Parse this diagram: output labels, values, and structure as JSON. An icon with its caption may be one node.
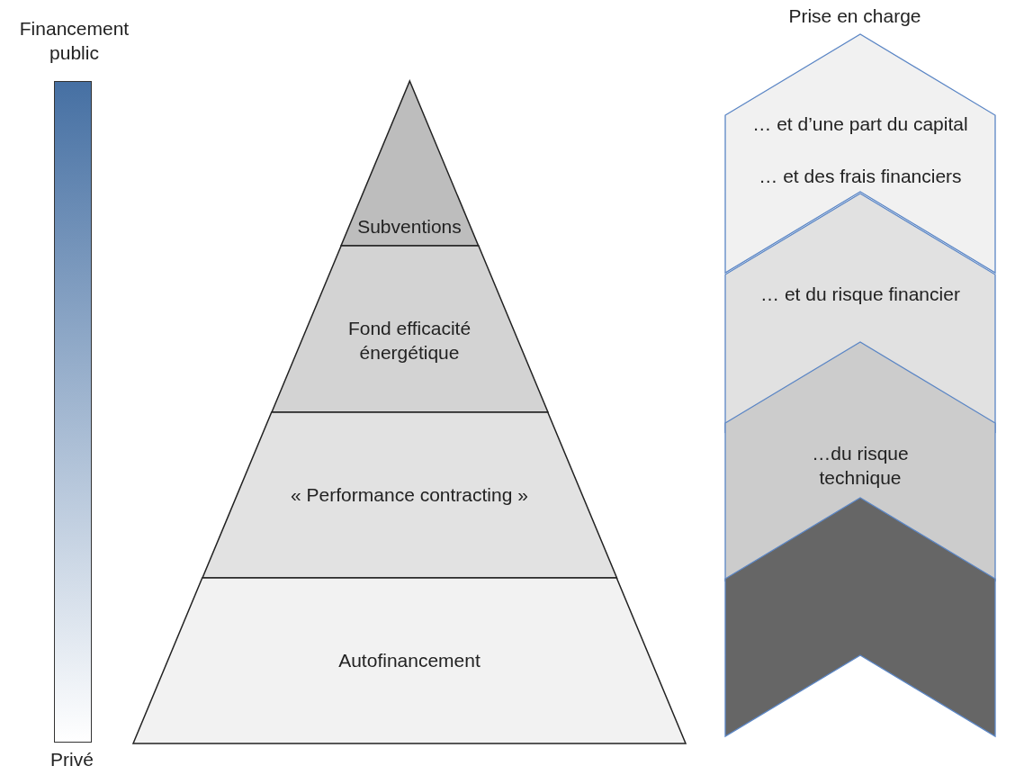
{
  "diagram": {
    "nodes": [
      {
        "text": [],
        "shape": "bar"
      },
      {
        "text": [
          "Subventions"
        ]
      },
      {
        "text": [
          "Fond efficacité énergétique"
        ]
      },
      {
        "text": [
          "« Performance contracting »"
        ]
      },
      {
        "text": [
          "Autofinancement"
        ]
      },
      {
        "text": [
          "… et d’une part du capital",
          "… et des frais financiers"
        ]
      },
      {
        "text": [
          "… et du risque financier"
        ]
      },
      {
        "text": [
          "…du risque technique"
        ]
      },
      {
        "text": [],
        "shape": "chevron"
      }
    ],
    "edges": [],
    "labels": [
      "Financement public",
      "Prise en charge",
      "Privé"
    ]
  }
}
